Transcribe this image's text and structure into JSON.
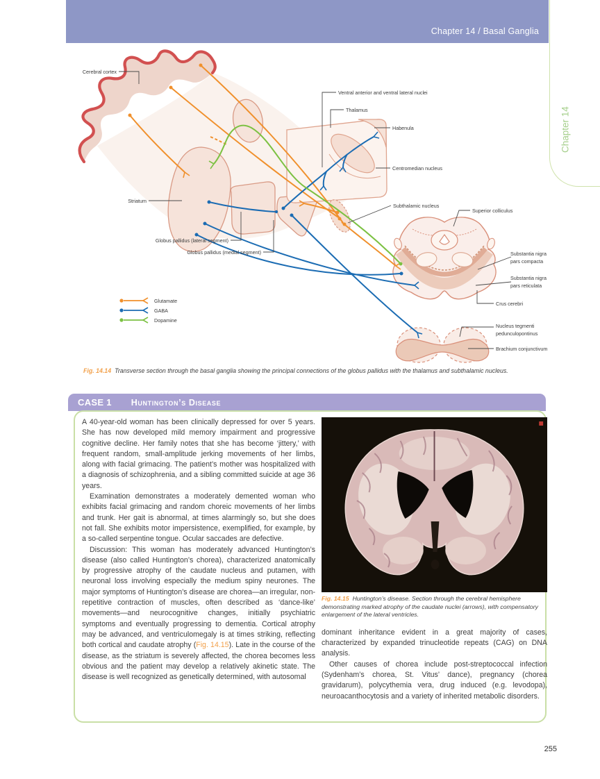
{
  "page": {
    "header_title": "Chapter 14 / Basal Ganglia",
    "side_tab_label": "Chapter 14",
    "page_number": "255"
  },
  "colors": {
    "header_bar": "#8E97C6",
    "case_header_bar": "#A8A1D2",
    "case_border_green": "#C9DFA6",
    "side_tab_green": "#A7D08D",
    "figure_label_orange": "#F2A04A",
    "cortex_red": "#D25050",
    "glutamate_orange": "#F0902C",
    "gaba_blue": "#1B6CB3",
    "dopamine_green": "#7CC142"
  },
  "figure": {
    "labels": {
      "cerebral_cortex": "Cerebral cortex",
      "striatum": "Striatum",
      "gp_lateral": "Globus pallidus (lateral segment)",
      "gp_medial": "Globus pallidus (medial segment)",
      "va_vl": "Ventral anterior and ventral lateral nuclei",
      "thalamus": "Thalamus",
      "habenula": "Habenula",
      "centromedian": "Centromedian nucleus",
      "subthalamic": "Subthalamic nucleus",
      "superior_colliculus": "Superior colliculus",
      "sn_compacta": [
        "Substantia nigra",
        "pars compacta"
      ],
      "sn_reticulata": [
        "Substantia nigra",
        "pars reticulata"
      ],
      "crus_cerebri": "Crus cerebri",
      "ntp": [
        "Nucleus tegmenti",
        "pedunculopontinus"
      ],
      "brachium": "Brachium conjunctivum"
    },
    "legend": [
      {
        "label": "Glutamate",
        "color": "#F0902C"
      },
      {
        "label": "GABA",
        "color": "#1B6CB3"
      },
      {
        "label": "Dopamine",
        "color": "#7CC142"
      }
    ],
    "caption_label": "Fig. 14.14",
    "caption_text": "Transverse section through the basal ganglia showing the principal connections of the globus pallidus with the thalamus and subthalamic nucleus."
  },
  "case": {
    "label": "CASE 1",
    "title": "Huntington’s Disease",
    "p1": "A 40-year-old woman has been clinically depressed for over 5 years. She has now developed mild memory impairment and progressive cognitive decline. Her family notes that she has become ‘jittery,’ with frequent random, small-amplitude jerking movements of her limbs, along with facial grimacing. The patient’s mother was hospitalized with a diagnosis of schizophrenia, and a sibling committed suicide at age 36 years.",
    "p2": "Examination demonstrates a moderately demented woman who exhibits facial grimacing and random choreic movements of her limbs and trunk. Her gait is abnormal, at times alarmingly so, but she does not fall. She exhibits motor impersistence, exemplified, for example, by a so-called serpentine tongue. Ocular saccades are defective.",
    "p3_pre": "Discussion: This woman has moderately advanced Huntington’s disease (also called Huntington’s chorea), characterized anatomically by progressive atrophy of the caudate nucleus and putamen, with neuronal loss involving especially the medium spiny neurones. The major symptoms of Huntington’s disease are chorea—an irregular, non-repetitive contraction of muscles, often described as ‘dance-like’ movements—and neurocognitive changes, initially psychiatric symptoms and eventually progressing to dementia. Cortical atrophy may be advanced, and ventriculomegaly is at times striking, reflecting both cortical and caudate atrophy (",
    "p3_link": "Fig. 14.15",
    "p3_post": "). Late in the course of the disease, as the striatum is severely affected, the chorea becomes less obvious and the patient may develop a relatively akinetic state. The disease is well recognized as genetically determined, with autosomal",
    "p4": "dominant inheritance evident in a great majority of cases, characterized by expanded trinucleotide repeats (CAG) on DNA analysis.",
    "p5": "Other causes of chorea include post-streptococcal infection (Sydenham’s chorea, St. Vitus’ dance), pregnancy (chorea gravidarum), polycythemia vera, drug induced (e.g. levodopa), neuroacanthocytosis and a variety of inherited metabolic disorders.",
    "fig_caption_label": "Fig. 14.15",
    "fig_caption_text": "Huntington’s disease. Section through the cerebral hemisphere demonstrating marked atrophy of the caudate nuclei (arrows), with compensatory enlargement of the lateral ventricles."
  }
}
